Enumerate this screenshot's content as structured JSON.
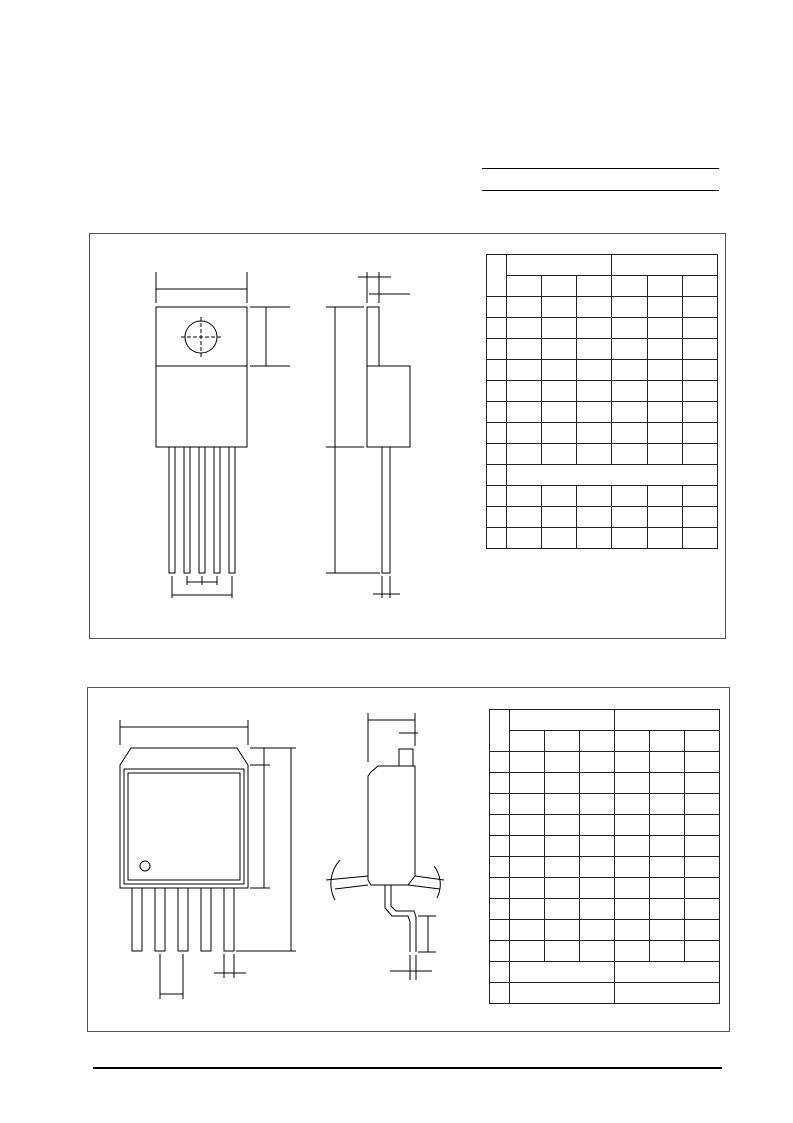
{
  "header": {
    "title": "",
    "subtitle": ""
  },
  "package_1": {
    "name": "",
    "table": {
      "rows": 13,
      "cols": 7
    }
  },
  "package_2": {
    "name": "",
    "table": {
      "rows": 14,
      "cols": 7
    }
  },
  "footer": {
    "text": ""
  }
}
